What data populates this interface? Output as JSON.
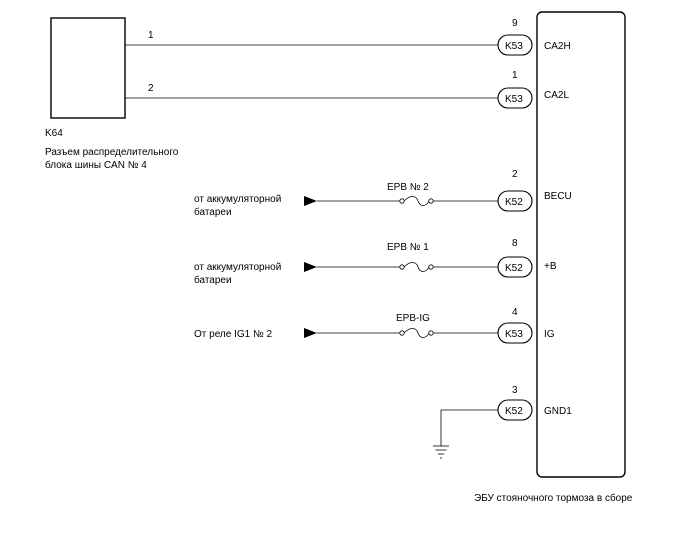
{
  "connector_box": {
    "id": "K64",
    "caption_line1": "Разъем распределительного",
    "caption_line2": "блока шины CAN № 4",
    "pins": [
      {
        "num": "1"
      },
      {
        "num": "2"
      }
    ]
  },
  "ecu": {
    "caption": "ЭБУ стояночного тормоза в сборе",
    "terminals": [
      {
        "pin": "9",
        "connector": "K53",
        "signal": "CA2H"
      },
      {
        "pin": "1",
        "connector": "K53",
        "signal": "CA2L"
      },
      {
        "pin": "2",
        "connector": "K52",
        "signal": "BECU"
      },
      {
        "pin": "8",
        "connector": "K52",
        "signal": "+B"
      },
      {
        "pin": "4",
        "connector": "K53",
        "signal": "IG"
      },
      {
        "pin": "3",
        "connector": "K52",
        "signal": "GND1"
      }
    ]
  },
  "power_inputs": [
    {
      "source_line1": "от аккумуляторной",
      "source_line2": "батареи",
      "fuse": "EPB № 2"
    },
    {
      "source_line1": "от аккумуляторной",
      "source_line2": "батареи",
      "fuse": "EPB № 1"
    },
    {
      "source_line1": "От реле IG1 № 2",
      "source_line2": "",
      "fuse": "EPB-IG"
    }
  ],
  "ground_icon": "ground-icon"
}
